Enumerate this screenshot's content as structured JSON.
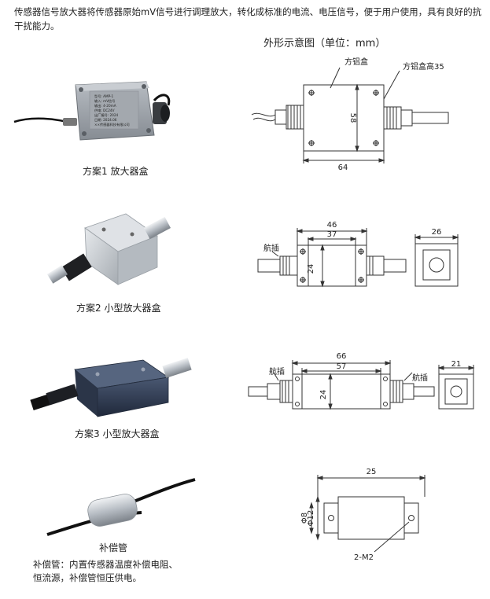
{
  "intro": "传感器信号放大器将传感器原始mV信号进行调理放大，转化成标准的电流、电压信号，便于用户使用，具有良好的抗干扰能力。",
  "diagram_title": "外形示意图（单位：mm）",
  "products": [
    {
      "caption": "方案1 放大器盒"
    },
    {
      "caption": "方案2 小型放大器盒"
    },
    {
      "caption": "方案3 小型放大器盒"
    },
    {
      "caption": "补偿管"
    }
  ],
  "compensation_note": "补偿管：内置传感器温度补偿电阻、恒流源，补偿管恒压供电。",
  "drawing1": {
    "label_box": "方铝盒",
    "label_height": "方铝盒高35",
    "dim_width": "64",
    "dim_height": "58"
  },
  "drawing2": {
    "label_plug": "航插",
    "dim_outer": "46",
    "dim_inner": "37",
    "dim_height": "24",
    "dim_side": "26"
  },
  "drawing3": {
    "label_plug_left": "航插",
    "label_plug_right": "航插",
    "dim_outer": "66",
    "dim_inner": "57",
    "dim_height": "24",
    "dim_side": "21"
  },
  "drawing4": {
    "dim_length": "25",
    "dim_outer_dia": "Φ12",
    "dim_inner_dia": "Φ8",
    "label_thread": "2-M2"
  },
  "device_label_lines": [
    "型号: AMP-1",
    "输入: mV信号",
    "输出: 4-20mA",
    "供电: DC24V",
    "出厂编号: 2024",
    "日期: 2024.06",
    "××传感器科技有限公司"
  ],
  "colors": {
    "gray_box": "#9aa0a6",
    "silver": "#c7ccd1",
    "navy": "#2e3a4f",
    "line": "#333333"
  }
}
